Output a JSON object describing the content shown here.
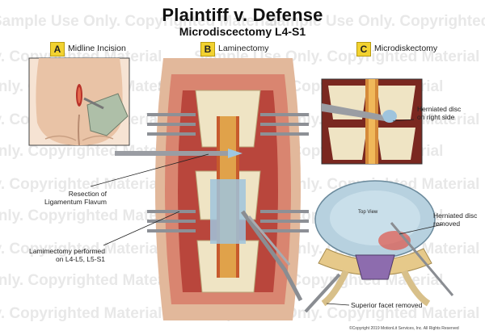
{
  "header": {
    "title": "Plaintiff v. Defense",
    "subtitle": "Microdiscectomy L4-S1"
  },
  "panels": [
    {
      "letter": "A",
      "label": "Midline Incision"
    },
    {
      "letter": "B",
      "label": "Laminectomy"
    },
    {
      "letter": "C",
      "label": "Microdiskectomy"
    }
  ],
  "callouts": {
    "resection": [
      "Resection of",
      "Ligamentum Flavum"
    ],
    "laminectomy": [
      "Lamimectomy performed",
      "on L4-L5, L5-S1"
    ],
    "herniated_right": [
      "Herniated disc",
      "on right side"
    ],
    "herniated_removed": [
      "Herniated disc",
      "removed"
    ],
    "superior_facet": "Superior facet removed",
    "top_view": "Top View"
  },
  "copyright": "©Copyright 2019 MotionLit Services, Inc. All Rights Reserved",
  "watermark": {
    "line_a": "Sample Use Only. Copyrighted Material",
    "line_b": "Only. Copyrighted Material"
  },
  "colors": {
    "badge": "#f2d230",
    "skin": "#e9c3a6",
    "muscle": "#b9463c",
    "bone": "#efe4c4",
    "dura": "#9fc4dd",
    "disc": "#b7d1df"
  }
}
